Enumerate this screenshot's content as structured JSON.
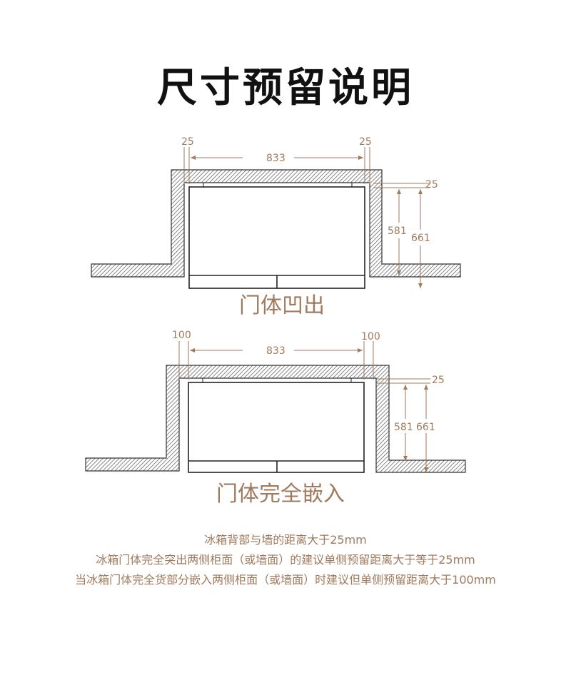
{
  "title": "尺寸预留说明",
  "accent_color": "#a07a5c",
  "diagrams": [
    {
      "caption": "门体凹出",
      "side_gap_left": "25",
      "side_gap_right": "25",
      "width": "833",
      "back_gap": "25",
      "cabinet_depth": "581",
      "total_depth": "661"
    },
    {
      "caption": "门体完全嵌入",
      "side_gap_left": "100",
      "side_gap_right": "100",
      "width": "833",
      "back_gap": "25",
      "cabinet_depth": "581",
      "total_depth": "661"
    }
  ],
  "notes": [
    "冰箱背部与墙的距离大于25mm",
    "冰箱门体完全突出两侧柜面（或墙面）的建议单侧预留距离大于等于25mm",
    "当冰箱门体完全货部分嵌入两侧柜面（或墙面）时建议但单侧预留距离大于100mm"
  ]
}
